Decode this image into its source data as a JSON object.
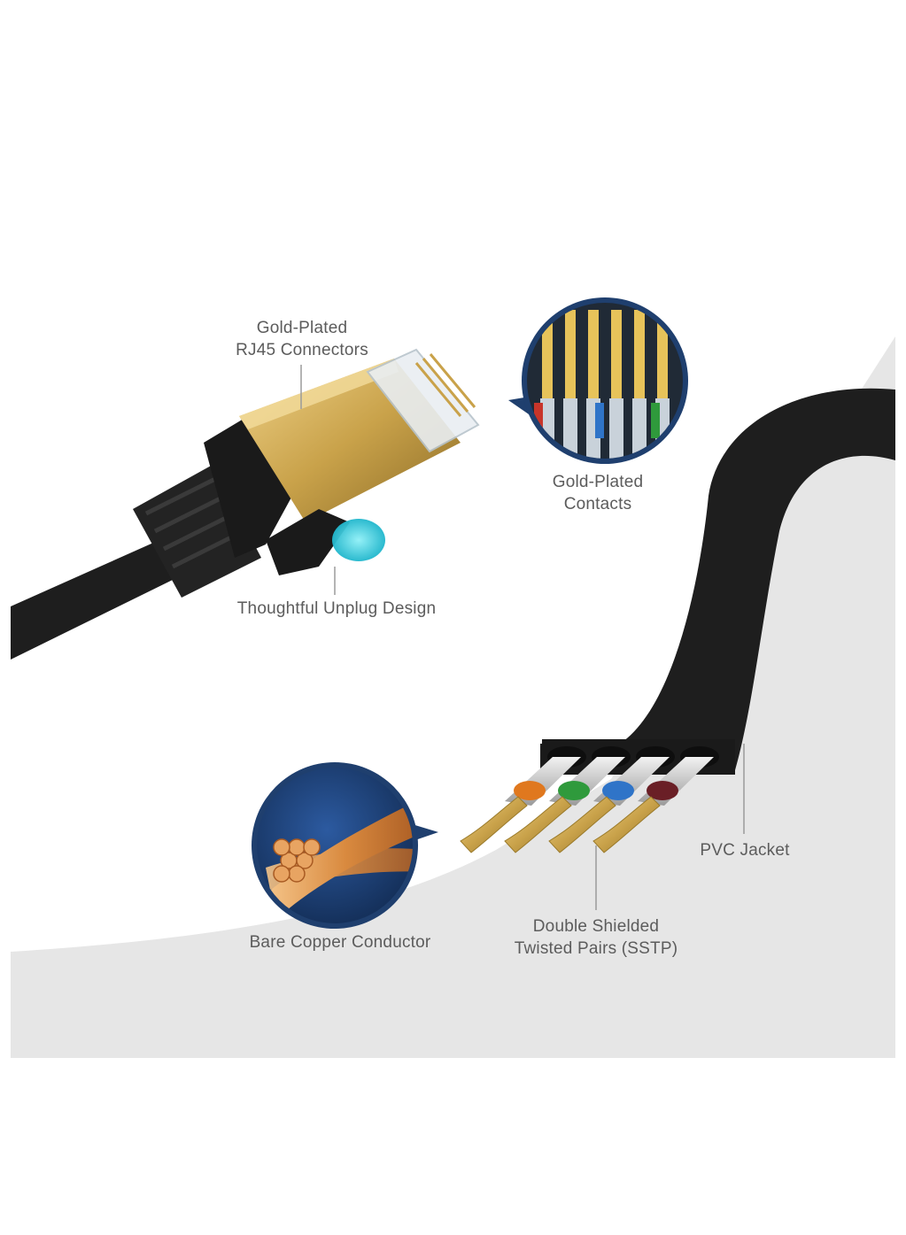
{
  "callouts": {
    "connectors": {
      "line1": "Gold-Plated",
      "line2": "RJ45 Connectors"
    },
    "contacts": {
      "line1": "Gold-Plated",
      "line2": "Contacts"
    },
    "unplug": {
      "text": "Thoughtful Unplug Design"
    },
    "jacket": {
      "text": "PVC Jacket"
    },
    "shielding": {
      "line1": "Double Shielded",
      "line2": "Twisted Pairs  (SSTP)"
    },
    "conductor": {
      "text": "Bare Copper Conductor"
    }
  },
  "colors": {
    "background_panel": "#e6e6e6",
    "cable": "#1e1e1e",
    "gold": "#c8a24a",
    "badge_ring": "#1f3f6e",
    "accent_cyan": "#3fd6e6",
    "label_text": "#5c5c5c"
  },
  "wire_pair_colors": [
    "#e0781e",
    "#2f9a3c",
    "#2f74c8",
    "#6a1f26"
  ]
}
